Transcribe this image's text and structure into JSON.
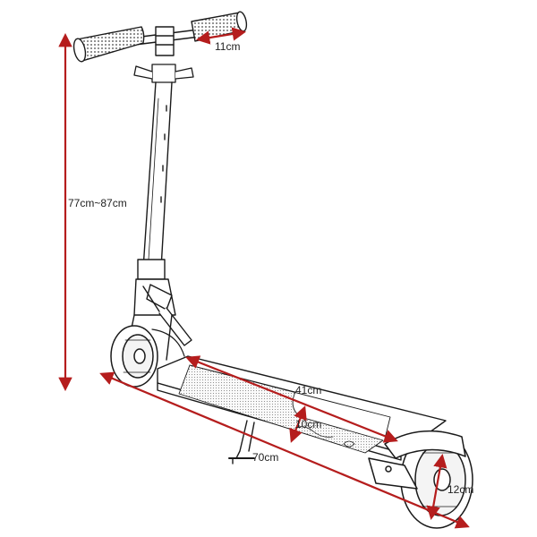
{
  "dimensions": {
    "grip_length": "11cm",
    "handlebar_height": "77cm~87cm",
    "deck_length": "41cm",
    "deck_width": "10cm",
    "overall_length": "70cm",
    "wheel_width": "12cm"
  },
  "colors": {
    "dimension_line": "#b51d1d",
    "outline": "#1a1a1a",
    "background": "#ffffff"
  }
}
